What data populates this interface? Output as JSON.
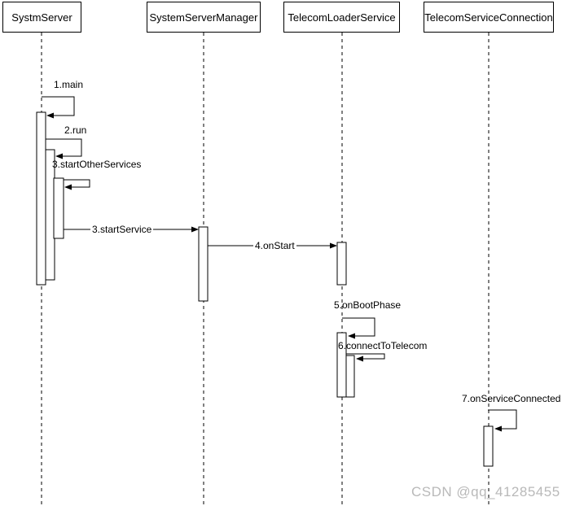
{
  "diagram_type": "uml-sequence",
  "actors": [
    {
      "name": "SystmServer"
    },
    {
      "name": "SystemServerManager"
    },
    {
      "name": "TelecomLoaderService"
    },
    {
      "name": "TelecomServiceConnection"
    }
  ],
  "messages": [
    {
      "label": "1.main",
      "from": "SystmServer",
      "to": "SystmServer",
      "kind": "self-call"
    },
    {
      "label": "2.run",
      "from": "SystmServer",
      "to": "SystmServer",
      "kind": "self-call"
    },
    {
      "label": "3.startOtherServices",
      "from": "SystmServer",
      "to": "SystmServer",
      "kind": "self-call"
    },
    {
      "label": "3.startService",
      "from": "SystmServer",
      "to": "SystemServerManager",
      "kind": "call"
    },
    {
      "label": "4.onStart",
      "from": "SystemServerManager",
      "to": "TelecomLoaderService",
      "kind": "call"
    },
    {
      "label": "5.onBootPhase",
      "from": "TelecomLoaderService",
      "to": "TelecomLoaderService",
      "kind": "self-call"
    },
    {
      "label": "6.connectToTelecom",
      "from": "TelecomLoaderService",
      "to": "TelecomLoaderService",
      "kind": "self-call"
    },
    {
      "label": "7.onServiceConnected",
      "from": "TelecomServiceConnection",
      "to": "TelecomServiceConnection",
      "kind": "self-call"
    }
  ],
  "watermark": "CSDN @qq_41285455",
  "colors": {
    "stroke": "#000000",
    "background": "#ffffff",
    "watermark": "#b9b9b9"
  }
}
